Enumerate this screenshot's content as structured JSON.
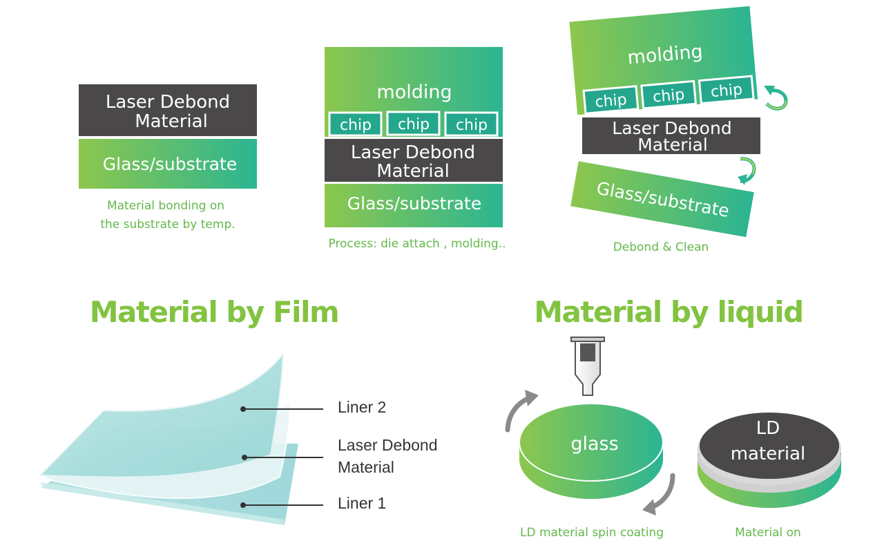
{
  "panel1": {
    "ld_line1": "Laser Debond",
    "ld_line2": "Material",
    "glass": "Glass/substrate",
    "caption_line1": "Material bonding on",
    "caption_line2": "the substrate by temp."
  },
  "panel2": {
    "molding": "molding",
    "chips": [
      "chip",
      "chip",
      "chip"
    ],
    "ld_line1": "Laser Debond",
    "ld_line2": "Material",
    "glass": "Glass/substrate",
    "caption": "Process: die attach , molding.."
  },
  "panel3": {
    "molding": "molding",
    "chips": [
      "chip",
      "chip",
      "chip"
    ],
    "ld_line1": "Laser Debond",
    "ld_line2": "Material",
    "glass": "Glass/substrate",
    "caption": "Debond & Clean"
  },
  "film": {
    "heading": "Material by Film",
    "liner2": "Liner 2",
    "ld_line1": "Laser Debond",
    "ld_line2": "Material",
    "liner1": "Liner 1"
  },
  "liquid": {
    "heading": "Material by liquid",
    "glass_label": "glass",
    "ld_disc_line1": "LD",
    "ld_disc_line2": "material",
    "caption_spin": "LD material spin coating",
    "caption_on": "Material on"
  },
  "colors": {
    "gradient_start": "#8cc74d",
    "gradient_end": "#2cb592",
    "dark_box": "#4a4849",
    "caption_green": "#62b84a",
    "heading_green": "#82c341"
  }
}
